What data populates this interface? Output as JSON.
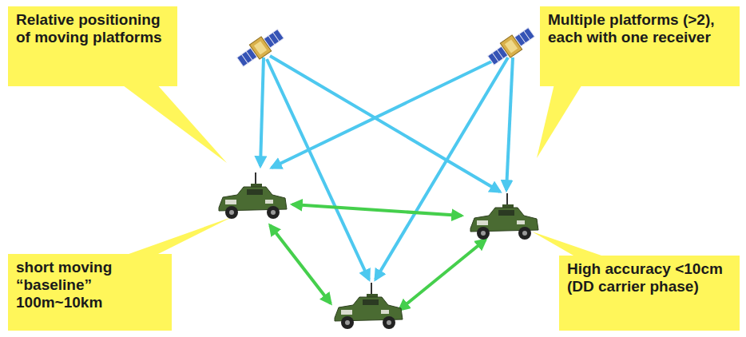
{
  "diagram": {
    "nodes": [
      {
        "text": [
          "Relative positioning of moving platforms"
        ]
      },
      {
        "text": [
          "Multiple platforms (>2), each with one receiver"
        ]
      },
      {
        "text": [
          "short moving “baseline” 100m~10km"
        ]
      },
      {
        "text": [
          "High accuracy <10cm (DD carrier phase)"
        ]
      }
    ]
  }
}
